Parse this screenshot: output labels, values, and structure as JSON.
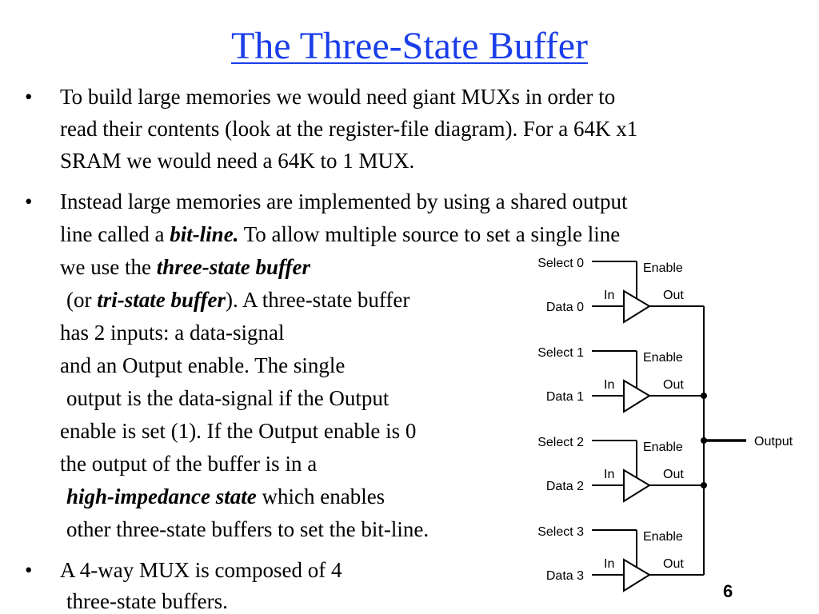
{
  "slide": {
    "title": "The Three-State Buffer",
    "page_number": "6",
    "bullets": [
      {
        "lines": [
          "To build large memories we would need giant MUXs in order to",
          "read their contents (look at the register-file diagram). For a 64K x1",
          "SRAM we would need a 64K to 1 MUX."
        ]
      },
      {
        "lines": [
          "Instead large memories are implemented by using a shared output"
        ],
        "line2_pre": "line called a ",
        "line2_bold": "bit-line.",
        "line2_post": " To allow multiple source to set a single line",
        "line3_pre": "we use the ",
        "line3_bold": "three-state buffer",
        "line4_pre": "(or ",
        "line4_bold": "tri-state buffer",
        "line4_post": "). A three-state buffer",
        "line5": "has 2 inputs: a data-signal",
        "line6": "and an Output enable. The single",
        "line7": "output is the data-signal if the Output",
        "line8": "enable is set (1). If the Output enable is 0",
        "line9": "the output of the buffer is in a",
        "line10_bold": "high-impedance state",
        "line10_post": " which enables",
        "line11": "other three-state buffers to set the bit-line."
      },
      {
        "lines": [
          "A 4-way MUX is composed of 4",
          "three-state buffers."
        ]
      }
    ]
  },
  "circuit": {
    "buffers": [
      {
        "select": "Select 0",
        "data": "Data 0",
        "enable": "Enable",
        "in": "In",
        "out": "Out"
      },
      {
        "select": "Select 1",
        "data": "Data 1",
        "enable": "Enable",
        "in": "In",
        "out": "Out"
      },
      {
        "select": "Select 2",
        "data": "Data 2",
        "enable": "Enable",
        "in": "In",
        "out": "Out"
      },
      {
        "select": "Select 3",
        "data": "Data 3",
        "enable": "Enable",
        "in": "In",
        "out": "Out"
      }
    ],
    "output_label": "Output"
  }
}
